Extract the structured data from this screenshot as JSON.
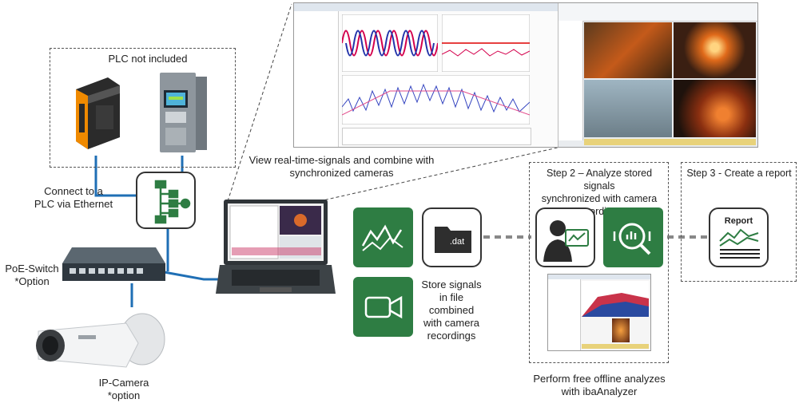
{
  "labels": {
    "plc_not_included": "PLC not included",
    "connect_plc_line1": "Connect to a",
    "connect_plc_line2": "PLC via Ethernet",
    "poe_switch_line1": "PoE-Switch",
    "poe_switch_line2": "*Option",
    "ip_camera_line1": "IP-Camera",
    "ip_camera_line2": "*option",
    "view_realtime_line1": "View real-time-signals and combine with",
    "view_realtime_line2": "synchronized cameras",
    "store_line1": "Store signals",
    "store_line2": "in file",
    "store_line3": "combined",
    "store_line4": "with camera",
    "store_line5": "recordings",
    "step2_line1": "Step 2 – Analyze stored signals",
    "step2_line2": "synchronized with camera",
    "step2_line3": "recordings",
    "step3": "Step 3 - Create a report",
    "offline_line1": "Perform free offline analyzes",
    "offline_line2": "with ibaAnalyzer",
    "dat_label": ".dat",
    "report_label": "Report"
  },
  "colors": {
    "green": "#2e7d43",
    "ethernet_blue": "#1f6fb5",
    "dash_gray": "#777777"
  },
  "icons": [
    "waveform-icon",
    "video-camera-icon",
    "dat-folder-icon",
    "network-icon",
    "analyst-icon",
    "analyze-magnifier-icon",
    "report-icon"
  ]
}
